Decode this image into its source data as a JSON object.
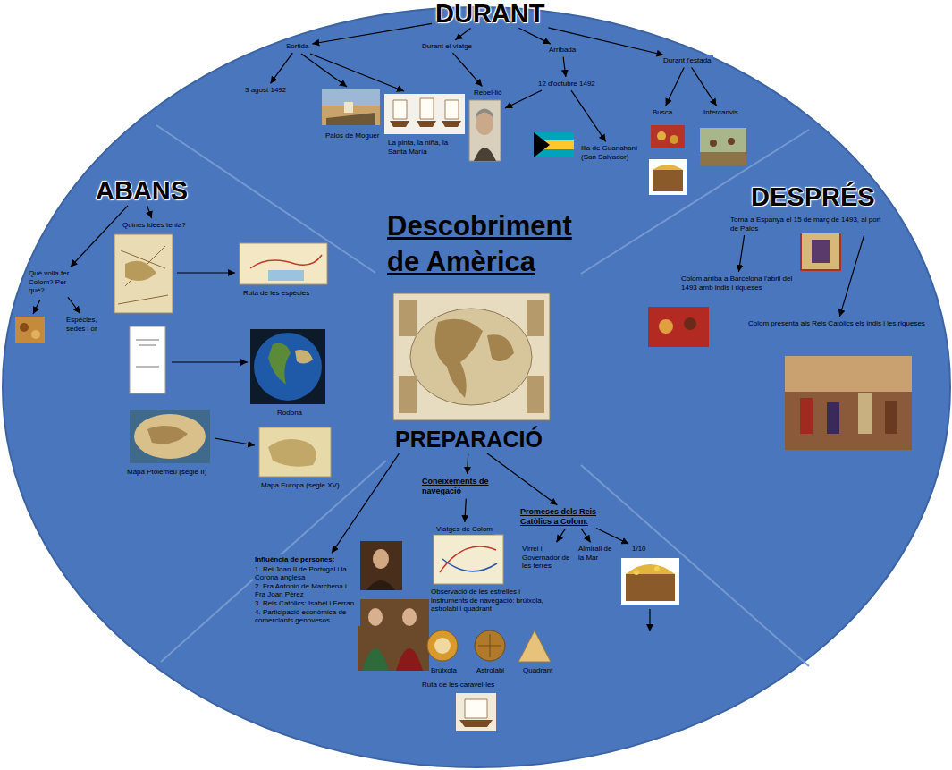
{
  "diagram": {
    "title": "Descobriment de Amèrica",
    "nodes": [
      {
        "text": [
          "DURANT"
        ]
      },
      {
        "text": [
          "Sortida"
        ]
      },
      {
        "text": [
          "Durant el viatge"
        ]
      },
      {
        "text": [
          "Arribada"
        ]
      },
      {
        "text": [
          "Durant l'estada"
        ]
      },
      {
        "text": [
          "3 agost 1492"
        ]
      },
      {
        "text": [
          "Palos de Moguer"
        ]
      },
      {
        "text": [
          "La pinta, la niña, la Santa María"
        ]
      },
      {
        "text": [
          "Rebel·lió"
        ]
      },
      {
        "text": [
          "12 d'octubre 1492"
        ]
      },
      {
        "text": [
          "Illa de Guanahaní (San Salvador)"
        ]
      },
      {
        "text": [
          "Busca"
        ]
      },
      {
        "text": [
          "Intercanvis"
        ]
      },
      {
        "text": [
          "ABANS"
        ]
      },
      {
        "text": [
          "Quines idees tenia?"
        ]
      },
      {
        "text": [
          "Què volia fer Colom? Per què?"
        ]
      },
      {
        "text": [
          "Espècies, sedes i or"
        ]
      },
      {
        "text": [
          "Ruta de les espècies"
        ]
      },
      {
        "text": [
          "Rodona"
        ]
      },
      {
        "text": [
          "Mapa Ptolemeu (segle II)"
        ]
      },
      {
        "text": [
          "Mapa Europa (segle XV)"
        ]
      },
      {
        "text": [
          "DESPRÉS"
        ]
      },
      {
        "text": [
          "Torna a Espanya el 15 de març de 1493, al port de Palos"
        ]
      },
      {
        "text": [
          "Colom arriba a Barcelona l'abril del 1493 amb indis i riqueses"
        ]
      },
      {
        "text": [
          "Colom presenta als Reis Catòlics els indis i les riqueses"
        ]
      },
      {
        "text": [
          "PREPARACIÓ"
        ]
      },
      {
        "text": [
          "Influència de persones:",
          "1. Rei Joan II de Portugal i la Corona anglesa",
          "2. Fra Antonio de Marchena i Fra Joan Pérez",
          "3. Reis Catòlics: Isabel i Ferran",
          "4. Participació econòmica de comerciants genovesos"
        ]
      },
      {
        "text": [
          "Coneixements de navegació"
        ]
      },
      {
        "text": [
          "Viatges de Colom"
        ]
      },
      {
        "text": [
          "Observació de les estrelles i instruments de navegació: brúixola, astrolabi i quadrant"
        ]
      },
      {
        "text": [
          "Brúixola"
        ]
      },
      {
        "text": [
          "Astrolabi"
        ]
      },
      {
        "text": [
          "Quadrant"
        ]
      },
      {
        "text": [
          "Ruta de les caravel·les"
        ]
      },
      {
        "text": [
          "Promeses dels Reis Catòlics a Colom:"
        ]
      },
      {
        "text": [
          "Virrei i Governador de les terres"
        ]
      },
      {
        "text": [
          "Almirall de la Mar"
        ]
      },
      {
        "text": [
          "1/10"
        ]
      }
    ],
    "edges": [
      {
        "from": 0,
        "to": 1,
        "arrow": "to"
      },
      {
        "from": 0,
        "to": 2,
        "arrow": "to"
      },
      {
        "from": 0,
        "to": 3,
        "arrow": "to"
      },
      {
        "from": 0,
        "to": 4,
        "arrow": "to"
      },
      {
        "from": 1,
        "to": 5,
        "arrow": "to"
      },
      {
        "from": 2,
        "to": 8,
        "arrow": "to"
      },
      {
        "from": 3,
        "to": 9,
        "arrow": "to"
      },
      {
        "from": 9,
        "to": 10,
        "arrow": "to"
      },
      {
        "from": 4,
        "to": 11,
        "arrow": "to"
      },
      {
        "from": 4,
        "to": 12,
        "arrow": "to"
      },
      {
        "from": 13,
        "to": 14,
        "arrow": "to"
      },
      {
        "from": 13,
        "to": 15,
        "arrow": "to"
      },
      {
        "from": 15,
        "to": 16,
        "arrow": "to"
      },
      {
        "from": 22,
        "to": 23,
        "arrow": "to"
      },
      {
        "from": 22,
        "to": 24,
        "arrow": "to"
      },
      {
        "from": 25,
        "to": 26,
        "arrow": "to"
      },
      {
        "from": 25,
        "to": 27,
        "arrow": "to"
      },
      {
        "from": 25,
        "to": 34,
        "arrow": "to"
      },
      {
        "from": 27,
        "to": 28,
        "arrow": "to"
      },
      {
        "from": 34,
        "to": 35,
        "arrow": "to"
      },
      {
        "from": 34,
        "to": 36,
        "arrow": "to"
      },
      {
        "from": 34,
        "to": 37,
        "arrow": "to"
      }
    ]
  }
}
